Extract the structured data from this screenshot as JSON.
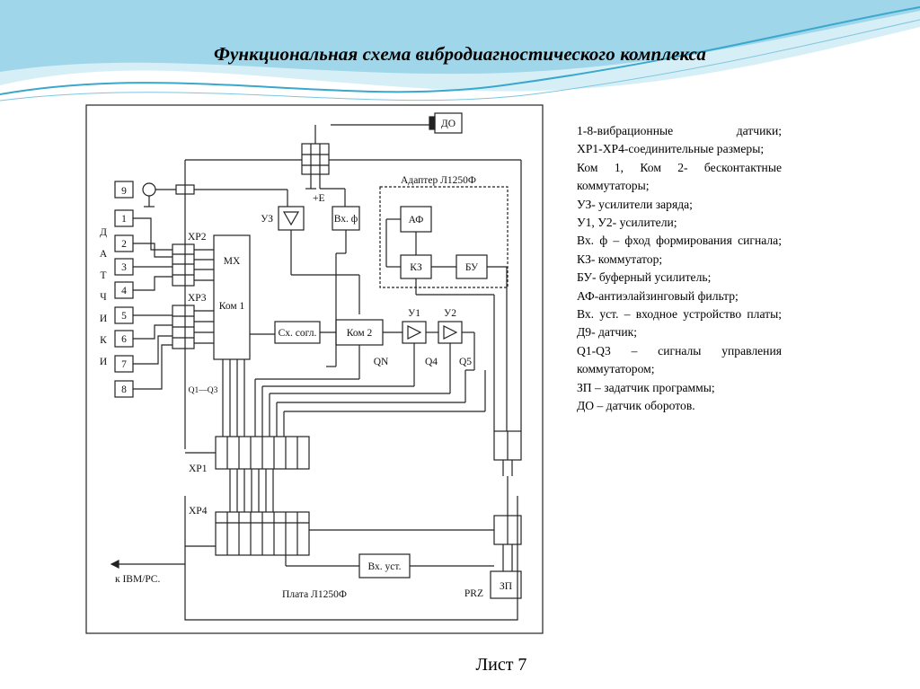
{
  "slide": {
    "title": "Функциональная схема вибродиагностического комплекса",
    "footer": "Лист 7"
  },
  "colors": {
    "wave_light": "#bfe6f2",
    "wave_mid": "#7cc8e0",
    "wave_dark": "#2f9cc4",
    "line": "#222222"
  },
  "diagram": {
    "label_do": "ДО",
    "label_adapter": "Адаптер Л1250Ф",
    "label_9": "9",
    "label_uz": "УЗ",
    "label_plus_e": "+Е",
    "label_vxf": "Вх. ф",
    "label_af": "АФ",
    "label_kz": "КЗ",
    "label_bu": "БУ",
    "label_xp2": "ХР2",
    "label_xp3": "ХР3",
    "label_mx": "МХ",
    "label_kom1": "Ком 1",
    "label_sxsogl": "Сх. согл.",
    "label_kom2": "Ком 2",
    "label_u1": "У1",
    "label_u2": "У2",
    "label_qn": "QN",
    "label_q4": "Q4",
    "label_q5": "Q5",
    "label_q1q3": "Q1—Q3",
    "label_xp1": "ХР1",
    "label_xp4": "ХР4",
    "label_vxust": "Вх. уст.",
    "label_ibm": "к IBM/PC.",
    "label_plata": "Плата Л1250Ф",
    "label_prz": "PRZ",
    "label_zp": "ЗП",
    "sensors": [
      "1",
      "2",
      "3",
      "4",
      "5",
      "6",
      "7",
      "8"
    ],
    "vertical_word": [
      "Д",
      "А",
      "Т",
      "Ч",
      "И",
      "К",
      "И"
    ]
  },
  "legend": [
    "1-8-вибрационные датчики;",
    "ХР1-ХР4-соединительные размеры;",
    "Ком 1, Ком 2- бесконтактные коммутаторы;",
    "УЗ- усилители заряда;",
    "У1, У2- усилители;",
    "Вх. ф – фход формирования сигнала;",
    "КЗ- коммутатор;",
    "БУ- буферный усилитель;",
    "АФ-антиэлайзинговый фильтр;",
    "Вх. уст. – входное устройство платы;",
    "Д9- датчик;",
    "Q1-Q3 – сигналы управления коммутатором;",
    "ЗП – задатчик программы;",
    "ДО – датчик оборотов."
  ]
}
